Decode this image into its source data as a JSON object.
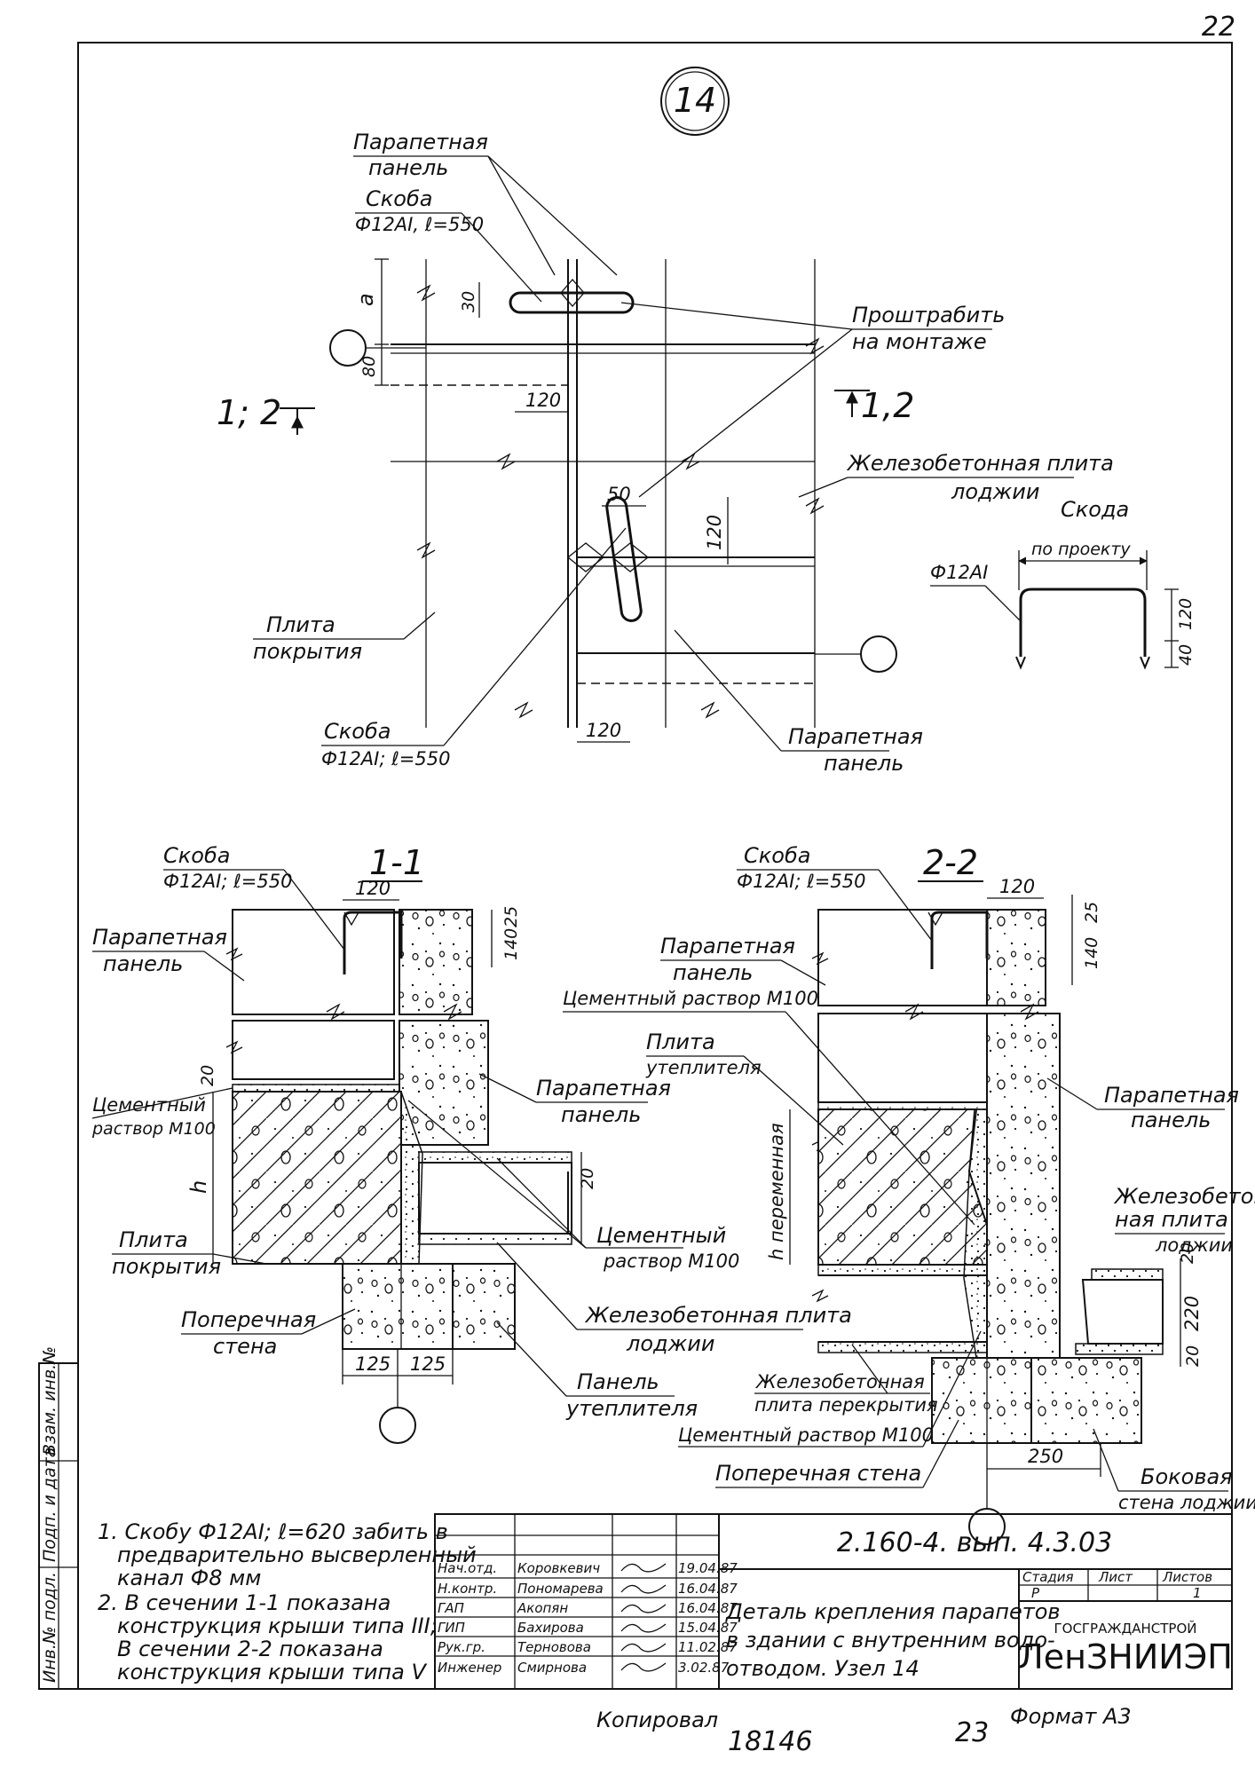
{
  "page_number": "22",
  "node_number": "14",
  "plan": {
    "label_parapet_panel_a": "Парапетная",
    "label_parapet_panel_b": "панель",
    "label_skoba_a": "Скоба",
    "label_skoba_b": "Ф12АI, ℓ=550",
    "label_weld_a": "Проштрабить",
    "label_weld_b": "на монтаже",
    "label_loggia_slab_a": "Железобетонная плита",
    "label_loggia_slab_b": "лоджии",
    "label_roof_slab_a": "Плита",
    "label_roof_slab_b": "покрытия",
    "label_skoba2_a": "Скоба",
    "label_skoba2_b": "Ф12АI; ℓ=550",
    "label_parapet2_a": "Парапетная",
    "label_parapet2_b": "панель",
    "section_left": "1; 2",
    "section_right": "1,2",
    "dim_a": "а",
    "dim_30": "30",
    "dim_80": "80",
    "dim_120_top": "120",
    "dim_50": "50",
    "dim_120_mid": "120",
    "dim_120_bottom": "120"
  },
  "skoba_detail": {
    "title": "Скода",
    "by_project": "по проекту",
    "rebar": "Ф12АI",
    "dim_120": "120",
    "dim_40": "40"
  },
  "section_1": {
    "title": "1-1",
    "skoba_a": "Скоба",
    "skoba_b": "Ф12АI; ℓ=550",
    "dim_120": "120",
    "dim_140": "140",
    "dim_25": "25",
    "parapet_a": "Парапетная",
    "parapet_b": "панель",
    "dim_20_top": "20",
    "cement_a": "Цементный",
    "cement_b": "раствор М100",
    "dim_h": "h",
    "parapet2_a": "Парапетная",
    "parapet2_b": "панель",
    "dim_20_right": "20",
    "roof_slab_a": "Плита",
    "roof_slab_b": "покрытия",
    "cement2_a": "Цементный",
    "cement2_b": "раствор М100",
    "cross_wall_a": "Поперечная",
    "cross_wall_b": "стена",
    "loggia_a": "Железобетонная плита",
    "loggia_b": "лоджии",
    "dim_125_a": "125",
    "dim_125_b": "125",
    "insul_a": "Панель",
    "insul_b": "утеплителя"
  },
  "section_2": {
    "title": "2-2",
    "skoba_a": "Скоба",
    "skoba_b": "Ф12АI; ℓ=550",
    "dim_120": "120",
    "dim_25": "25",
    "dim_140": "140",
    "parapet_a": "Парапетная",
    "parapet_b": "панель",
    "cement_top": "Цементный раствор М100",
    "insul_slab_a": "Плита",
    "insul_slab_b": "утеплителя",
    "dim_h_var": "h переменная",
    "parapet2_a": "Парапетная",
    "parapet2_b": "панель",
    "loggia_a": "Железобетон",
    "loggia_b": "ная плита",
    "loggia_c": "лоджии",
    "dim_20a": "20",
    "dim_220": "220",
    "dim_20b": "20",
    "floor_slab_a": "Железобетонная",
    "floor_slab_b": "плита перекрытия",
    "cement_bottom": "Цементный раствор М100",
    "cross_wall": "Поперечная стена",
    "dim_250": "250",
    "side_wall_a": "Боковая",
    "side_wall_b": "стена лоджии"
  },
  "notes": [
    "1. Скобу  Ф12АI; ℓ=620 забить в",
    "предварительно высверленный",
    "канал  Ф8 мм",
    "2. В сечении 1-1 показана",
    "конструкция крыши типа III;",
    "В сечении 2-2 показана",
    "конструкция крыши типа V"
  ],
  "side_stamp": {
    "cell1": "Взам. инв.№",
    "cell2": "Подп. и дата",
    "cell3": "Инв.№ подл."
  },
  "title_block": {
    "code": "2.160-4. вып. 4.3.03",
    "stage_header": "Стадия",
    "sheet_header": "Лист",
    "sheets_header": "Листов",
    "stage": "Р",
    "sheet": "",
    "sheets": "1",
    "description_1": "Деталь крепления парапетов",
    "description_2": "в здании с внутренним водо-",
    "description_3": "отводом.  Узел 14",
    "org_1": "ГОСГРАЖДАНСТРОЙ",
    "org_2": "ЛенЗНИИЭП",
    "rows": [
      {
        "role": "Нач.отд.",
        "name": "Коровкевич",
        "date": "19.04.87"
      },
      {
        "role": "Н.контр.",
        "name": "Пономарева",
        "date": "16.04.87"
      },
      {
        "role": "ГАП",
        "name": "Акопян",
        "date": "16.04.87"
      },
      {
        "role": "ГИП",
        "name": "Бахирова",
        "date": "15.04.87"
      },
      {
        "role": "Рук.гр.",
        "name": "Терновова",
        "date": "11.02.87"
      },
      {
        "role": "Инженер",
        "name": "Смирнова",
        "date": "3.02.87"
      }
    ]
  },
  "footer": {
    "copied": "Копировал",
    "format": "Формат А3",
    "number_left": "18146",
    "number_right": "23"
  }
}
